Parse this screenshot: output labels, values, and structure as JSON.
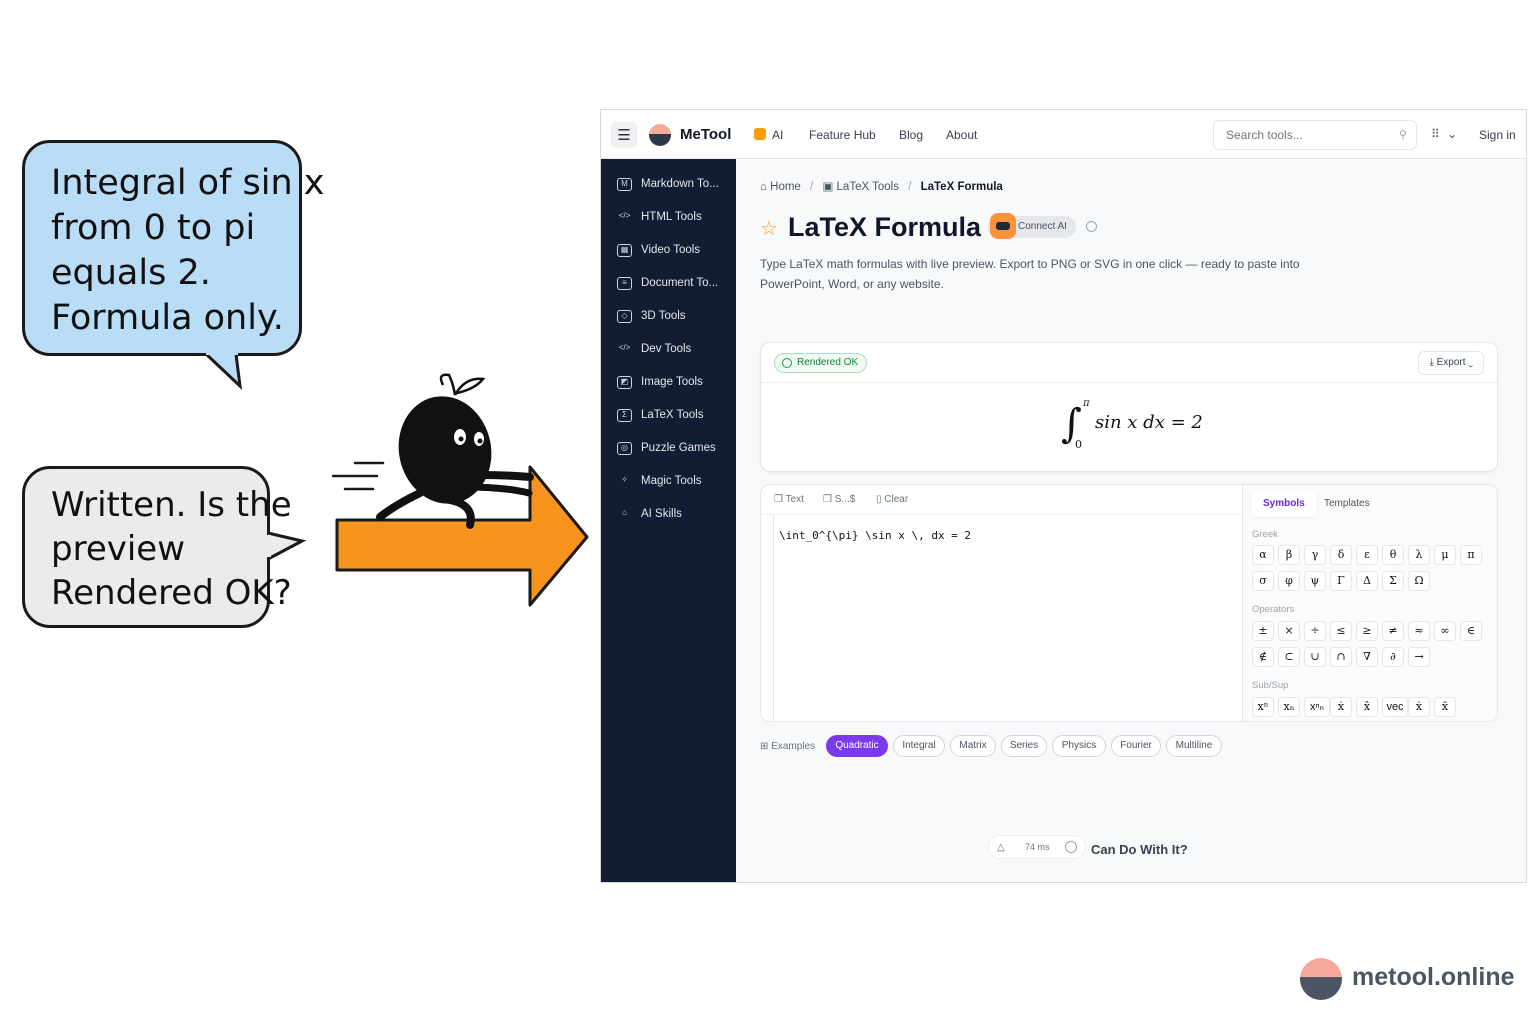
{
  "comic": {
    "bubble1": [
      "Integral of sin x",
      "from 0 to pi",
      "equals 2.",
      "Formula only."
    ],
    "bubble2": [
      "Written. Is the",
      "preview",
      "Rendered OK?"
    ]
  },
  "app": {
    "brand": "MeTool",
    "nav": [
      "AI",
      "Feature Hub",
      "Blog",
      "About"
    ],
    "search_placeholder": "Search tools...",
    "sign_in": "Sign in",
    "sidebar": [
      "Markdown To...",
      "HTML Tools",
      "Video Tools",
      "Document To...",
      "3D Tools",
      "Dev Tools",
      "Image Tools",
      "LaTeX Tools",
      "Puzzle Games",
      "Magic Tools",
      "AI Skills"
    ],
    "breadcrumb": [
      "Home",
      "LaTeX Tools",
      "LaTeX Formula"
    ],
    "title": "LaTeX Formula",
    "connect_ai": "Connect AI",
    "description": "Type LaTeX math formulas with live preview. Export to PNG or SVG in one click — ready to paste into PowerPoint, Word, or any website.",
    "status": "Rendered OK",
    "export": "Export",
    "formula": {
      "upper": "π",
      "lower": "0",
      "body": "sin x dx = 2"
    },
    "editor_tools": [
      "Text",
      "S...$",
      "Clear"
    ],
    "editor_text": "\\int_0^{\\pi} \\sin x \\, dx = 2",
    "panel_tabs": [
      "Symbols",
      "Templates"
    ],
    "groups": {
      "greek_label": "Greek",
      "greek": [
        "α",
        "β",
        "γ",
        "δ",
        "ε",
        "θ",
        "λ",
        "μ",
        "π",
        "σ",
        "φ",
        "ψ",
        "Γ",
        "Δ",
        "Σ",
        "Ω"
      ],
      "operators_label": "Operators",
      "operators": [
        "±",
        "×",
        "÷",
        "≤",
        "≥",
        "≠",
        "≈",
        "∞",
        "∈",
        "∉",
        "⊂",
        "∪",
        "∩",
        "∇",
        "∂",
        "→"
      ],
      "subsup_label": "Sub/Sup",
      "subsup": [
        "xⁿ",
        "xₙ",
        "xⁿₙ",
        "ẋ",
        "x̂",
        "vec",
        "ẋ",
        "x̄"
      ]
    },
    "examples_label": "Examples",
    "examples": [
      "Quadratic",
      "Integral",
      "Matrix",
      "Series",
      "Physics",
      "Fourier",
      "Multiline"
    ],
    "active_example": "Quadratic",
    "perf": "74 ms",
    "can_do": "Can Do With It?"
  },
  "footer": {
    "brand": "metool.online"
  },
  "colors": {
    "accent": "#7c3aed",
    "sidebar": "#111d33",
    "arrow": "#f7941d",
    "bubble_blue": "#b9dcf7"
  }
}
